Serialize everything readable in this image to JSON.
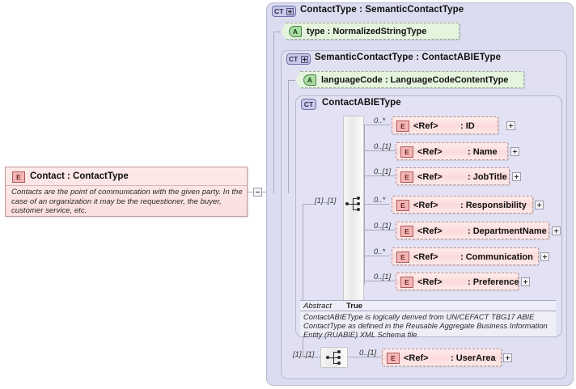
{
  "diagram": {
    "type": "xsd-schema-diagram",
    "left_element": {
      "badge": "E",
      "title": "Contact  : ContactType",
      "documentation": "Contacts are the point of communication with the given party. In the case of an organization it may be the requestioner, the buyer, customer service, etc.",
      "collapse_icon": "minus-icon"
    },
    "panels": [
      {
        "badge": "CT",
        "has_plus": true,
        "title": "ContactType : SemanticContactType"
      },
      {
        "badge": "CT",
        "has_plus": true,
        "title": "SemanticContactType : ContactABIEType"
      },
      {
        "badge": "CT",
        "has_plus": false,
        "title": "ContactABIEType"
      }
    ],
    "attributes": [
      {
        "badge": "A",
        "label": "type        : NormalizedStringType"
      },
      {
        "badge": "A",
        "label": "languageCode : LanguageCodeContentType"
      }
    ],
    "compositor": {
      "icon": "sequence-icon",
      "occurrence": "[1]..[1]"
    },
    "elements": [
      {
        "badge": "E",
        "ref": "<Ref>",
        "name": ": ID",
        "occurrence": "0..*",
        "expander": "plus-icon"
      },
      {
        "badge": "E",
        "ref": "<Ref>",
        "name": ": Name",
        "occurrence": "0..[1]",
        "expander": "plus-icon"
      },
      {
        "badge": "E",
        "ref": "<Ref>",
        "name": ": JobTitle",
        "occurrence": "0..[1]",
        "expander": "plus-icon"
      },
      {
        "badge": "E",
        "ref": "<Ref>",
        "name": ": Responsibility",
        "occurrence": "0..*",
        "expander": "plus-icon"
      },
      {
        "badge": "E",
        "ref": "<Ref>",
        "name": ": DepartmentName",
        "occurrence": "0..[1]",
        "expander": "plus-icon"
      },
      {
        "badge": "E",
        "ref": "<Ref>",
        "name": ": Communication",
        "occurrence": "0..*",
        "expander": "plus-icon"
      },
      {
        "badge": "E",
        "ref": "<Ref>",
        "name": ": Preference",
        "occurrence": "0..[1]",
        "expander": "plus-icon"
      }
    ],
    "abstract": {
      "key": "Abstract",
      "value": "True",
      "documentation": "ContactABIEType is logically derived from UN/CEFACT TBG17 ABIE ContactType as defined in the Reusable Aggregate Business Information Entity (RUABIE) XML Schema file."
    },
    "user_area": {
      "compositor_occurrence": "[1]..[1]",
      "compositor_icon": "sequence-icon",
      "element": {
        "badge": "E",
        "ref": "<Ref>",
        "name": ": UserArea",
        "occurrence": "0..[1]",
        "expander": "plus-icon"
      }
    },
    "colors": {
      "panel_outer": "#dcdcf0",
      "panel_mid": "#e0e0f2",
      "panel_inner": "#e2e2f4",
      "element_fill": "#fbd9d9",
      "attribute_fill": "#e4f4dd",
      "badge_ct": "#c9c9ea",
      "connector": "#a9a9bb"
    }
  }
}
